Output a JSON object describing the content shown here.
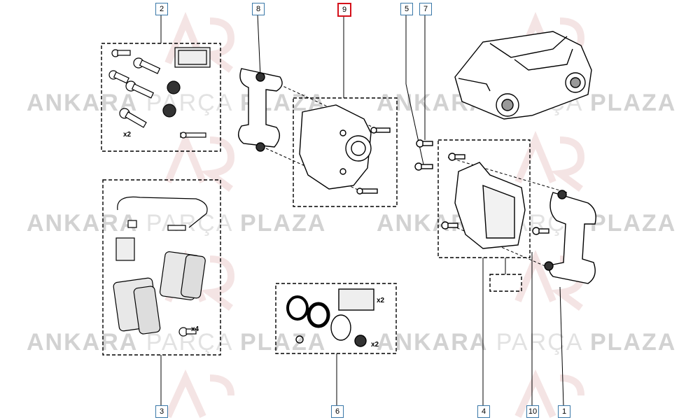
{
  "watermark": {
    "left": "ANKARA",
    "mid": "PARÇA",
    "right": "PLAZA"
  },
  "callouts": {
    "c1": "1",
    "c2": "2",
    "c3": "3",
    "c4": "4",
    "c5": "5",
    "c6": "6",
    "c7": "7",
    "c8": "8",
    "c9": "9",
    "c10": "10"
  },
  "highlight_color": "#d4101a",
  "callout_border_color": "#3a78a8",
  "qty": {
    "bolts": "x2",
    "pads": "x4",
    "sachet": "x2",
    "boots": "x2"
  }
}
